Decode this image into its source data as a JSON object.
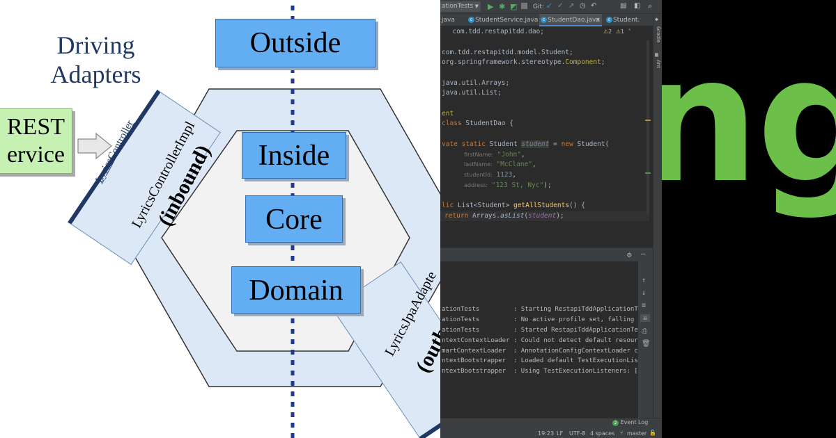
{
  "diagram": {
    "title_lines": [
      "Driving",
      "Adapters"
    ],
    "outside": "Outside",
    "inside": "Inside",
    "core": "Core",
    "domain": "Domain",
    "rest_lines": [
      "REST",
      "ervice"
    ],
    "lyrics_controller": "LyricsController",
    "controller_impl_line1": "LyricsControllerImpl",
    "controller_impl_line2": "(inbound)",
    "jpa_adapter_line1": "LyricsJpaAdapte",
    "jpa_adapter_line2": "(outbo"
  },
  "ide": {
    "toolbar": {
      "run_config": "ationTests",
      "git_label": "Git:"
    },
    "tabs": [
      {
        "label": "java",
        "active": false
      },
      {
        "label": "StudentService.java",
        "active": false
      },
      {
        "label": "StudentDao.java",
        "active": true
      },
      {
        "label": "Student.",
        "active": false
      }
    ],
    "side_labels": [
      "Gradle",
      "Ant"
    ],
    "inspection": {
      "warnings": "2",
      "checks": "1"
    },
    "code": {
      "l1": "com.tdd.restapitdd.dao;",
      "l2": "com.tdd.restapitdd.model.Student;",
      "l3_pre": "org.springframework.stereotype.",
      "l3_ann": "Component",
      "l4": "java.util.Arrays;",
      "l5": "java.util.List;",
      "l6": "ent",
      "l7_kw": "class",
      "l7_rest": " StudentDao {",
      "l8_kw": "vate static",
      "l8_type": " Student ",
      "l8_var": "student",
      "l8_eq": " = ",
      "l8_new": "new",
      "l8_rest": " Student(",
      "p1_hint": "firstName:",
      "p1_val": "\"John\"",
      "p2_hint": "lastName:",
      "p2_val": "\"McClane\"",
      "p3_hint": "studentId:",
      "p3_val": "1123",
      "p4_hint": "address:",
      "p4_val": "\"123 St, Nyc\"",
      "l13_kw": "lic",
      "l13_mid": " List<Student> ",
      "l13_fn": "getAllStudents",
      "l13_rest": "() {",
      "l14_kw": "return",
      "l14_mid": " Arrays.",
      "l14_fn": "asList",
      "l14_arg": "student",
      "l14_end": ");"
    },
    "console_lines": [
      {
        "src": "ationTests         ",
        "msg": ": Starting RestapiTddApplicationT"
      },
      {
        "src": "ationTests         ",
        "msg": ": No active profile set, falling"
      },
      {
        "src": "ationTests         ",
        "msg": ": Started RestapiTddApplicationTe"
      },
      {
        "src": "ntextContextLoader ",
        "msg": ": Could not detect default resour"
      },
      {
        "src": "martContextLoader  ",
        "msg": ": AnnotationConfigContextLoader c"
      },
      {
        "src": "ntextBootstrapper  ",
        "msg": ": Loaded default TestExecutionLis"
      },
      {
        "src": "ntextBootstrapper  ",
        "msg": ": Using TestExecutionListeners: ["
      }
    ],
    "event_log": "Event Log",
    "status": {
      "position": "19:23",
      "line_sep": "LF",
      "encoding": "UTF-8",
      "indent": "4 spaces",
      "branch": "master"
    }
  },
  "logo": {
    "text": "ng",
    "color": "#6cc04a"
  },
  "colors": {
    "blue_box": "#63adf2",
    "hex_fill": "#dde8f7",
    "rest_fill": "#c7f0b3",
    "title": "#1f3864"
  }
}
